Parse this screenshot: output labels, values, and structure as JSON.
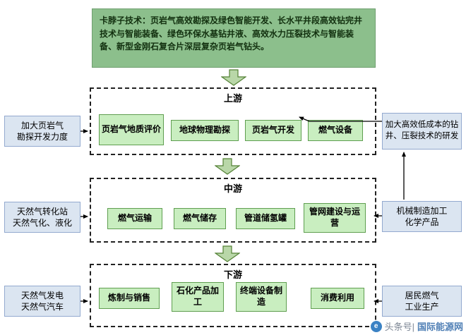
{
  "colors": {
    "header_bg": "#8cbf8c",
    "item_bg": "#c9eec0",
    "item_border": "#5f9e50",
    "note_bg": "#dbe5f1",
    "note_border": "#93a9cf",
    "block_arrow_fill": "#b9d7a8",
    "block_arrow_stroke": "#538135",
    "dashed_border": "#222222"
  },
  "header": {
    "text": "卡脖子技术：页岩气高效勘探及绿色智能开发、长水平井段高效钻完井技术与智能装备、绿色环保水基钻井液、高效水力压裂技术与智能装备、新型金刚石复合片深层复杂页岩气钻头。"
  },
  "sections": [
    {
      "label": "上游",
      "items": [
        "页岩气地质评价",
        "地球物理勘探",
        "页岩气开发",
        "燃气设备"
      ]
    },
    {
      "label": "中游",
      "items": [
        "燃气运输",
        "燃气储存",
        "管道储氢罐",
        "管网建设与运营"
      ]
    },
    {
      "label": "下游",
      "items": [
        "炼制与销售",
        "石化产品加工",
        "终端设备制造",
        "消费利用"
      ]
    }
  ],
  "notes": {
    "upstream_left": [
      "加大页岩气",
      "勘探开发力度"
    ],
    "upstream_right": [
      "加大高效低成本的钻",
      "井、压裂技术的研发"
    ],
    "midstream_left": [
      "天然气转化站",
      "天然气化、液化"
    ],
    "midstream_right": [
      "机械制造加工",
      "化学产品"
    ],
    "downstream_left": [
      "天然气发电",
      "天然气汽车"
    ],
    "downstream_right": [
      "居民燃气",
      "工业生产"
    ]
  },
  "watermark": {
    "prefix": "头条号|",
    "site": "国际能源网",
    "logo": "energy-site-logo"
  }
}
